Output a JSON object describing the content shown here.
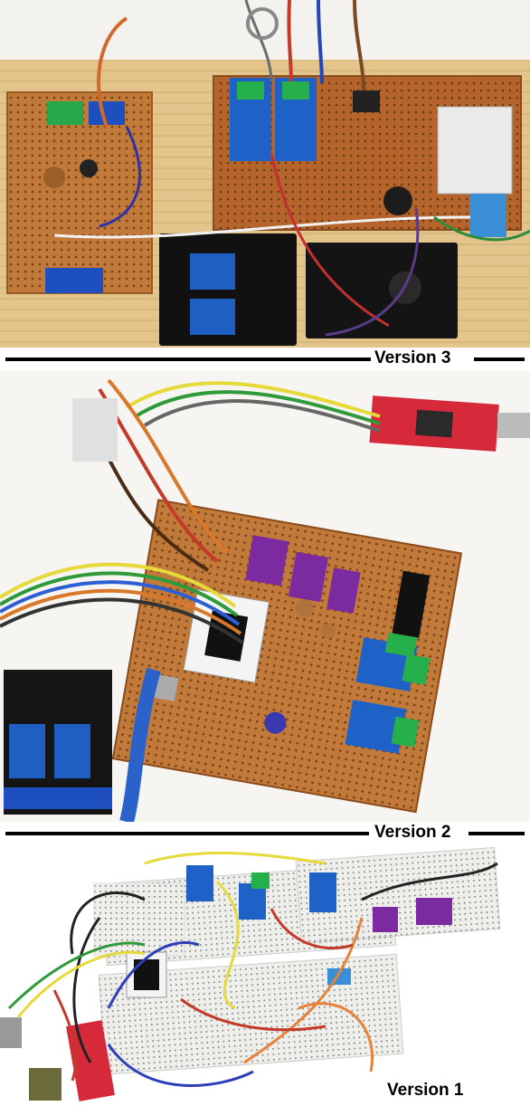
{
  "sections": [
    {
      "caption": "Version 3"
    },
    {
      "caption": "Version 2"
    },
    {
      "caption": "Version 1"
    }
  ]
}
